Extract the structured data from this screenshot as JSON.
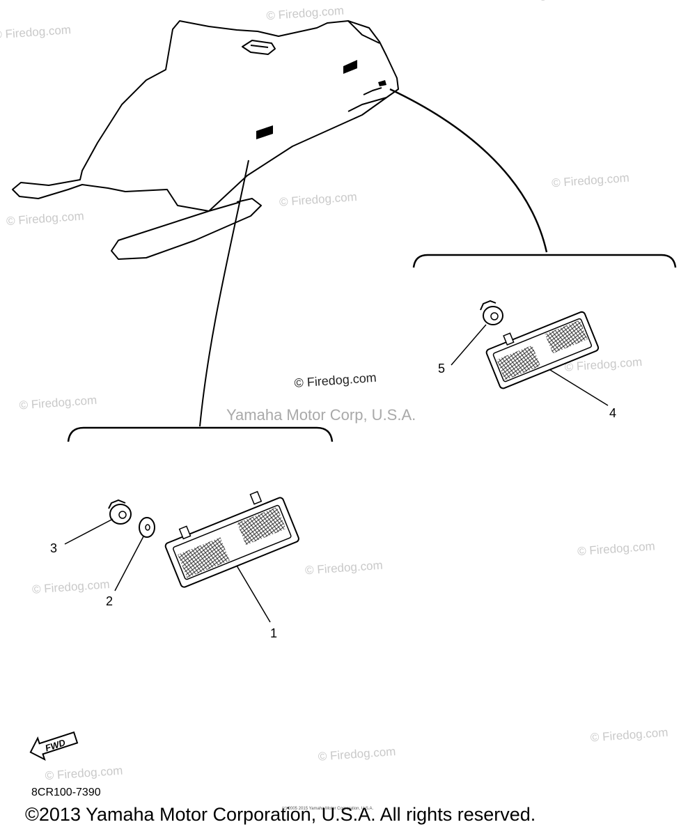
{
  "watermarks": {
    "firedog": "© Firedog.com",
    "yamaha": "Yamaha Motor Corp, U.S.A."
  },
  "callouts": [
    "1",
    "2",
    "3",
    "4",
    "5"
  ],
  "fwd_label": "FWD",
  "part_code": "8CR100-7390",
  "copyright": "©2013 Yamaha Motor Corporation, U.S.A. All rights reserved.",
  "fine_print": "(c) 2005 2015 Yamaha Motor Corporation, U.S.A."
}
